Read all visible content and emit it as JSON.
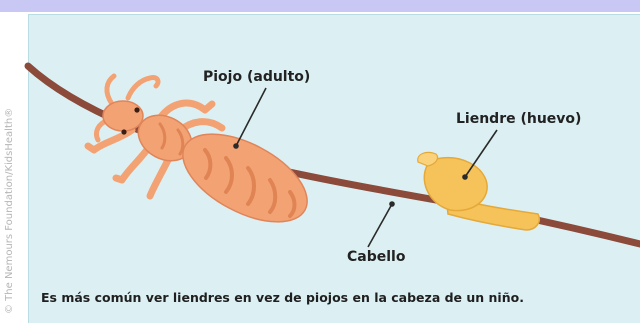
{
  "labels": {
    "louse": "Piojo (adulto)",
    "nit": "Liendre (huevo)",
    "hair": "Cabello"
  },
  "caption": "Es más común ver liendres en vez de piojos en la cabeza de un niño.",
  "credit": "© The Nemours Foundation/KidsHealth®",
  "colors": {
    "header_band": "#c9c8f4",
    "panel_bg": "#dcf0f3",
    "hair": "#8b4a3a",
    "louse": "#f3a274",
    "louse_stroke": "#e0855a",
    "nit": "#f6c35a",
    "nit_stroke": "#e5a93a"
  },
  "icons": [
    "louse-illustration",
    "nit-illustration",
    "hair-strand"
  ]
}
